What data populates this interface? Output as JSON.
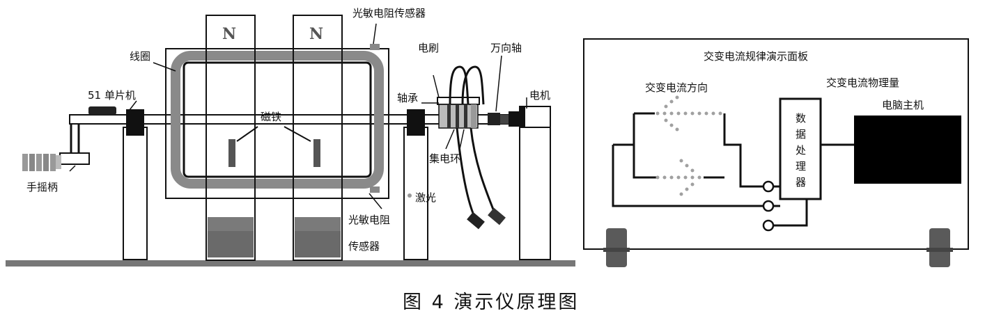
{
  "labels": {
    "photo_sensor_top": "光敏电阻传感器",
    "brush": "电刷",
    "universal_joint": "万向轴",
    "coil": "线圈",
    "mcu": "51 单片机",
    "bearing": "轴承",
    "motor": "电机",
    "magnet": "磁铁",
    "slip_ring": "集电环",
    "laser": "激光",
    "hand_crank": "手摇柄",
    "photo_sensor_bottom_1": "光敏电阻",
    "photo_sensor_bottom_2": "传感器",
    "pole_left": "N",
    "pole_right": "N"
  },
  "panel": {
    "title": "交变电流规律演示面板",
    "direction_label": "交变电流方向",
    "quantity_label": "交变电流物理量",
    "processor_chars": [
      "数",
      "据",
      "处",
      "理",
      "器"
    ],
    "computer_label": "电脑主机"
  },
  "caption": "图 4  演示仪原理图",
  "colors": {
    "ground": "#777777",
    "dark": "#111111",
    "magnet_gray": "#6a6a6a",
    "coil_gray": "#8a8a8a",
    "dot_gray": "#a0a0a0"
  }
}
